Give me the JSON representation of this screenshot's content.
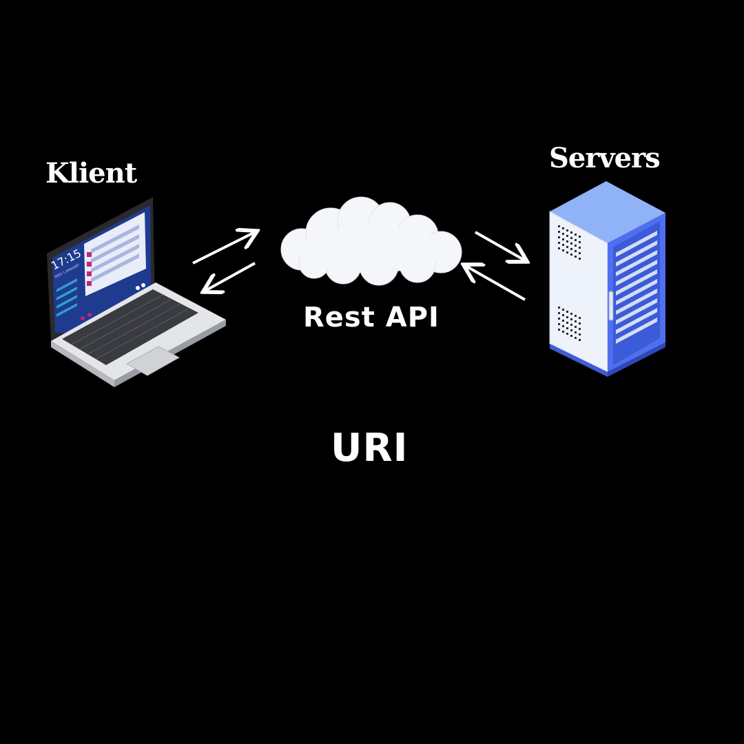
{
  "diagram": {
    "client": {
      "label": "Klient",
      "icon": "laptop-icon"
    },
    "server": {
      "label": "Servers",
      "icon": "server-rack-icon"
    },
    "api": {
      "label": "Rest API",
      "icon": "cloud-icon"
    },
    "footer": {
      "label": "URI"
    },
    "laptop_screen": {
      "clock": "17:15",
      "date": "WED 1 JANUARY"
    }
  },
  "colors": {
    "background": "#000000",
    "text": "#ffffff",
    "laptop_screen": "#1f3a8a",
    "laptop_accent": "#c0267a",
    "server_blue": "#4f6ff0",
    "server_face": "#e8eef8",
    "cloud": "#f4f6fa"
  }
}
